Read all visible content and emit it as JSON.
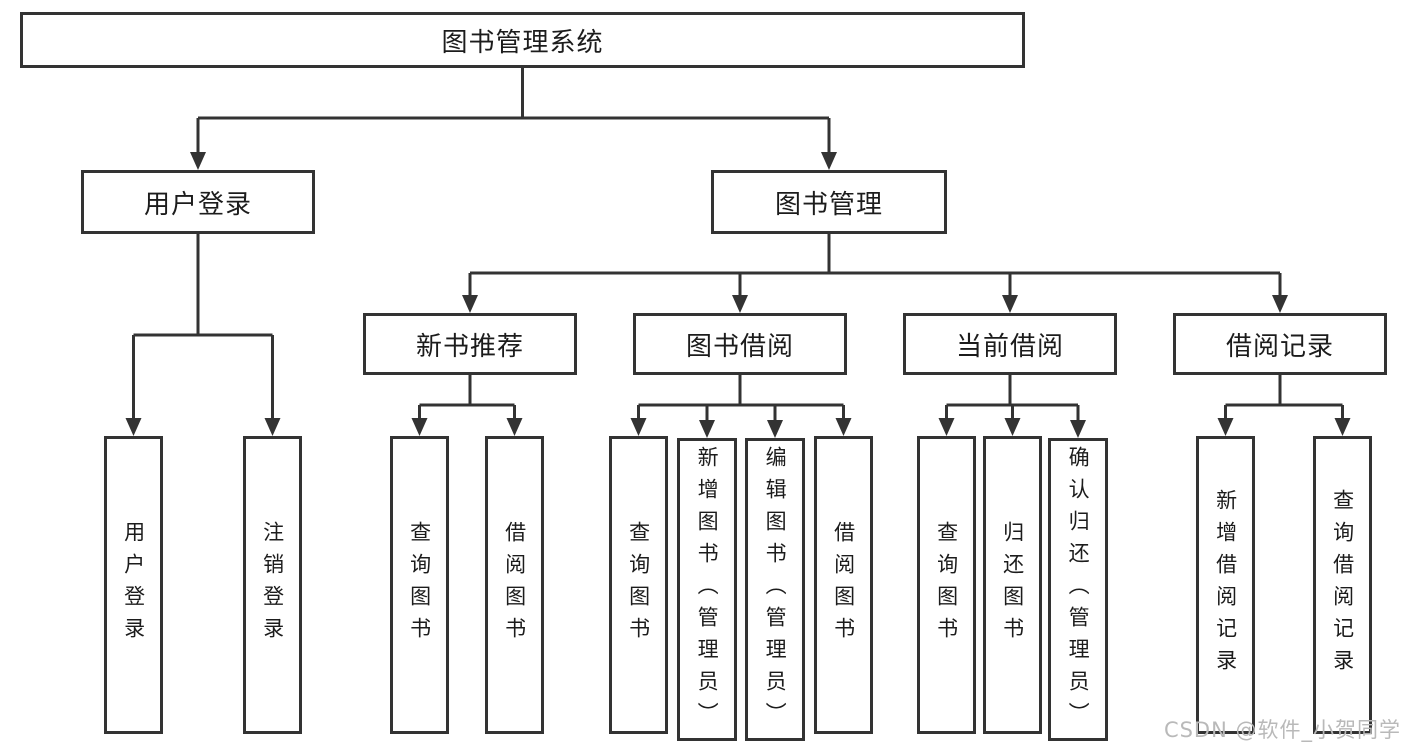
{
  "tree": {
    "root": {
      "label": "图书管理系统"
    },
    "branches": [
      {
        "label": "用户登录",
        "children": [
          {
            "label": "用户登录"
          },
          {
            "label": "注销登录"
          }
        ]
      },
      {
        "label": "图书管理",
        "children": [
          {
            "label": "新书推荐",
            "children": [
              {
                "label": "查询图书"
              },
              {
                "label": "借阅图书"
              }
            ]
          },
          {
            "label": "图书借阅",
            "children": [
              {
                "label": "查询图书"
              },
              {
                "label": "新增图书（管理员）"
              },
              {
                "label": "编辑图书（管理员）"
              },
              {
                "label": "借阅图书"
              }
            ]
          },
          {
            "label": "当前借阅",
            "children": [
              {
                "label": "查询图书"
              },
              {
                "label": "归还图书"
              },
              {
                "label": "确认归还（管理员）"
              }
            ]
          },
          {
            "label": "借阅记录",
            "children": [
              {
                "label": "新增借阅记录"
              },
              {
                "label": "查询借阅记录"
              }
            ]
          }
        ]
      }
    ]
  },
  "watermark": {
    "text": "CSDN @软件_小贺同学"
  },
  "colors": {
    "line": "#333333",
    "box_border": "#333333",
    "text": "#1c1c1c",
    "watermark": "#b9b9b9",
    "background": "#ffffff"
  }
}
